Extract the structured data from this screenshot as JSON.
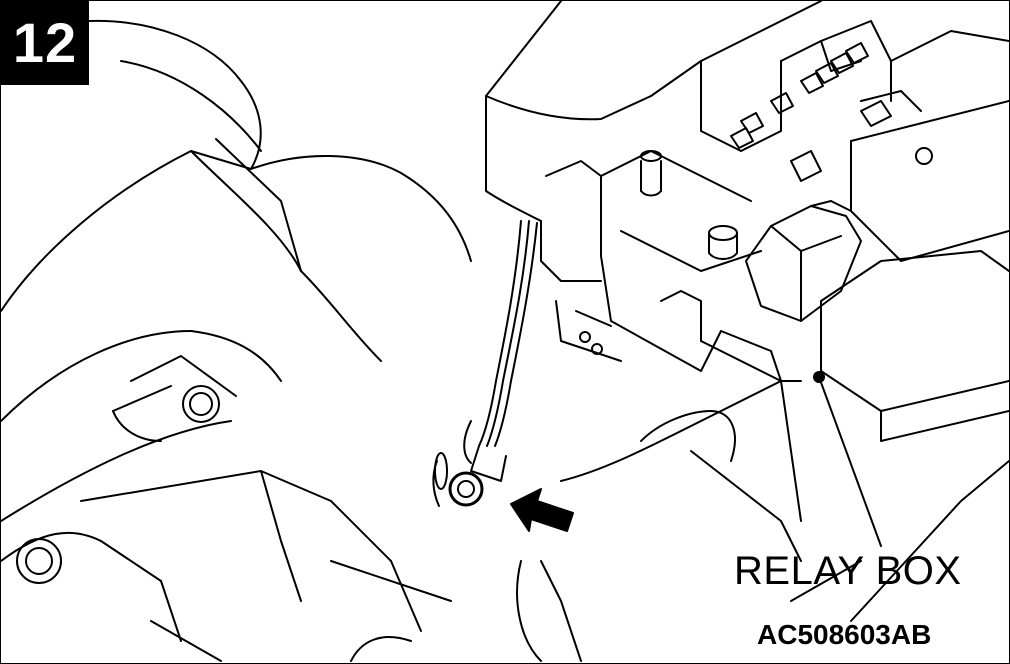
{
  "step_number": "12",
  "callout_label": "RELAY BOX",
  "figure_code": "AC508603AB",
  "colors": {
    "line": "#000000",
    "background": "#ffffff",
    "badge_bg": "#000000",
    "badge_text": "#ffffff"
  }
}
